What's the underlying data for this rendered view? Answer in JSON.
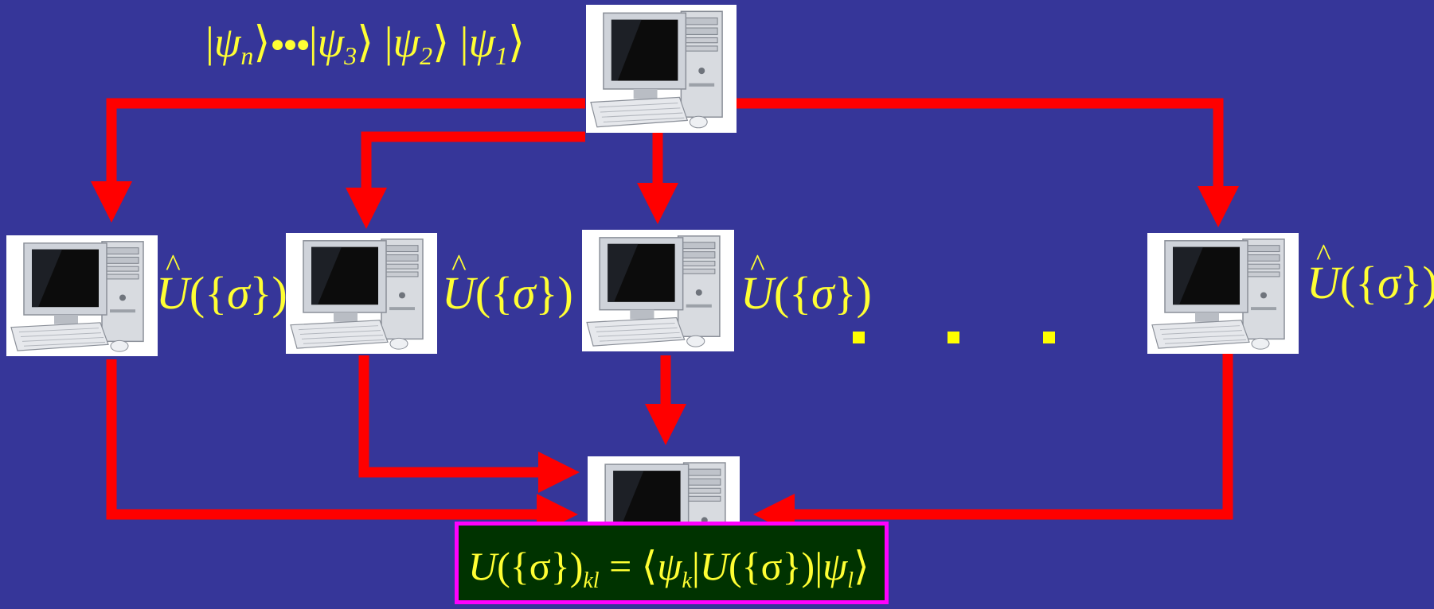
{
  "input_states": {
    "ket_n": "ψ",
    "ket_n_sub": "n",
    "ket_3": "ψ",
    "ket_3_sub": "3",
    "ket_2": "ψ",
    "ket_2_sub": "2",
    "ket_1": "ψ",
    "ket_1_sub": "1"
  },
  "worker_operator": {
    "U": "U",
    "open": "({",
    "sigma": "σ",
    "close": "})"
  },
  "formula": {
    "lhs_U": "U",
    "lhs_args": "({σ})",
    "lhs_sub": "kl",
    "equals": " = ",
    "bra_psi": "ψ",
    "bra_sub": "k",
    "op_U": "U",
    "op_args": "({σ})",
    "ket_psi": "ψ",
    "ket_sub": "l"
  },
  "colors": {
    "background": "#363699",
    "arrow": "#ff0000",
    "label": "#ffff33",
    "formula_bg": "#003300",
    "formula_border": "#ff00ff"
  },
  "icons": {
    "computer": "desktop-computer-icon"
  }
}
